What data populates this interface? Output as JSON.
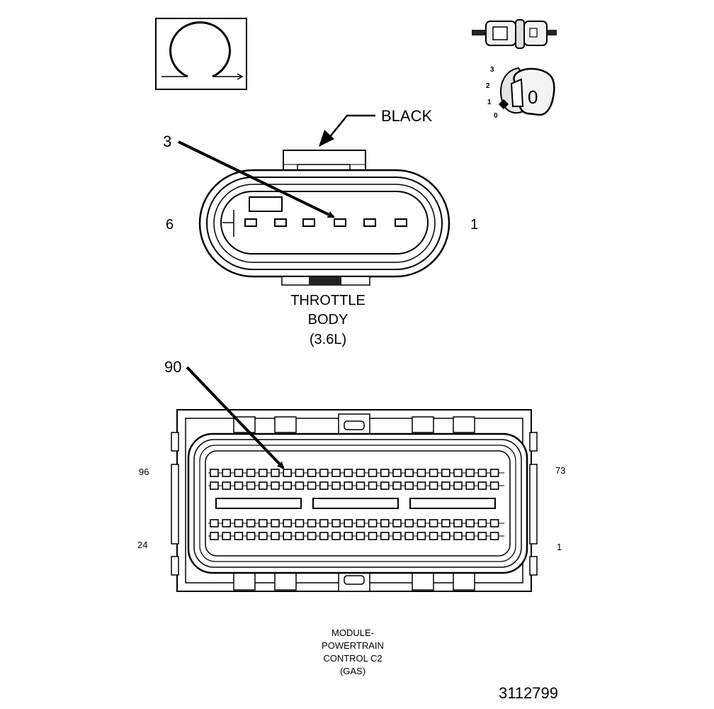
{
  "top_connector": {
    "color_label": "BLACK",
    "callout_pin": "3",
    "end_pin_left": "6",
    "end_pin_right": "1",
    "title_lines": [
      "THROTTLE",
      "BODY",
      "(3.6L)"
    ]
  },
  "bottom_connector": {
    "callout_pin": "90",
    "top_left_pin": "96",
    "top_right_pin": "73",
    "bottom_left_pin": "24",
    "bottom_right_pin": "1",
    "title_lines": [
      "MODULE-",
      "POWERTRAIN",
      "CONTROL C2",
      "(GAS)"
    ]
  },
  "position_icon": {
    "scale": [
      "3",
      "2",
      "1",
      "0"
    ],
    "key_digit": "0"
  },
  "figure_id": "3112799"
}
